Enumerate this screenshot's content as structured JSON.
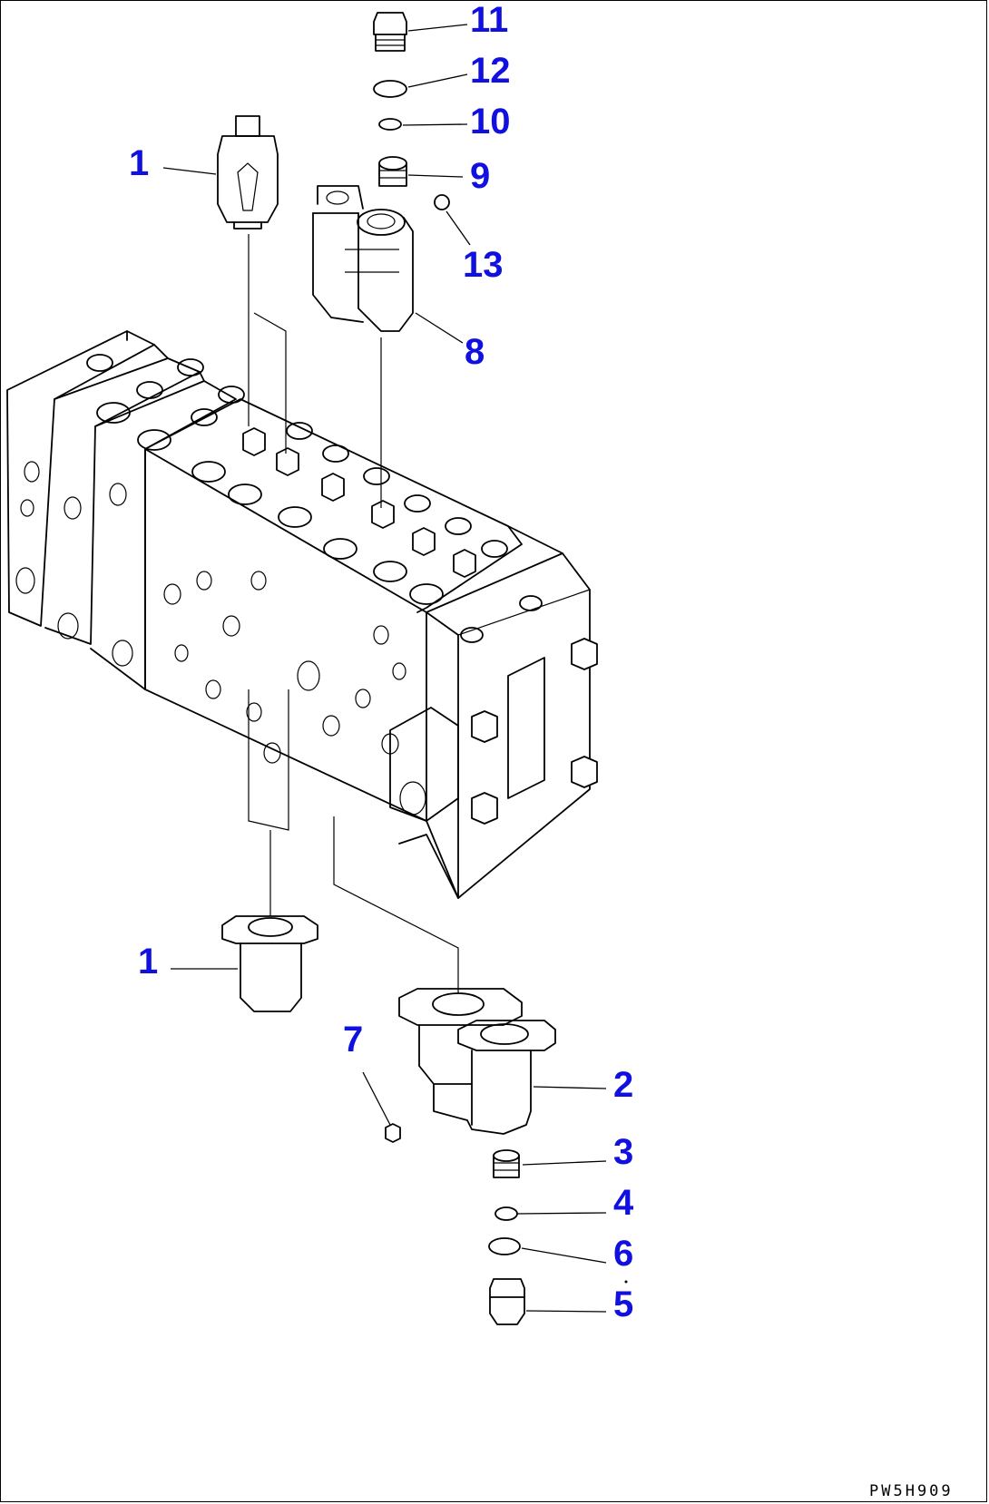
{
  "diagram": {
    "callouts": {
      "c1_top": "1",
      "c1_bottom": "1",
      "c2": "2",
      "c3": "3",
      "c4": "4",
      "c5": "5",
      "c6": "6",
      "c7": "7",
      "c8": "8",
      "c9": "9",
      "c10": "10",
      "c11": "11",
      "c12": "12",
      "c13": "13"
    },
    "drawing_code": "PW5H909",
    "label_color": "#1010e0"
  }
}
